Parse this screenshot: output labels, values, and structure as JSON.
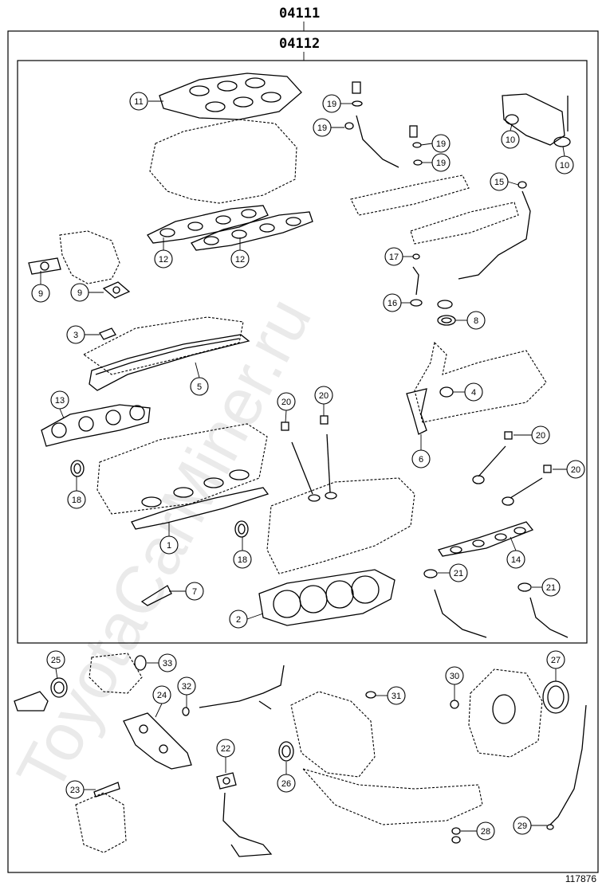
{
  "kit_codes": {
    "outer": "04111",
    "inner": "04112"
  },
  "callout_labels": [
    "1",
    "2",
    "3",
    "4",
    "5",
    "6",
    "7",
    "8",
    "9",
    "10",
    "11",
    "12",
    "13",
    "14",
    "15",
    "16",
    "17",
    "18",
    "19",
    "20",
    "21",
    "22",
    "23",
    "24",
    "25",
    "26",
    "27",
    "28",
    "29",
    "30",
    "31",
    "32",
    "33"
  ],
  "watermark": "ToyotaCarMiner.ru",
  "figure_reference": "117876"
}
